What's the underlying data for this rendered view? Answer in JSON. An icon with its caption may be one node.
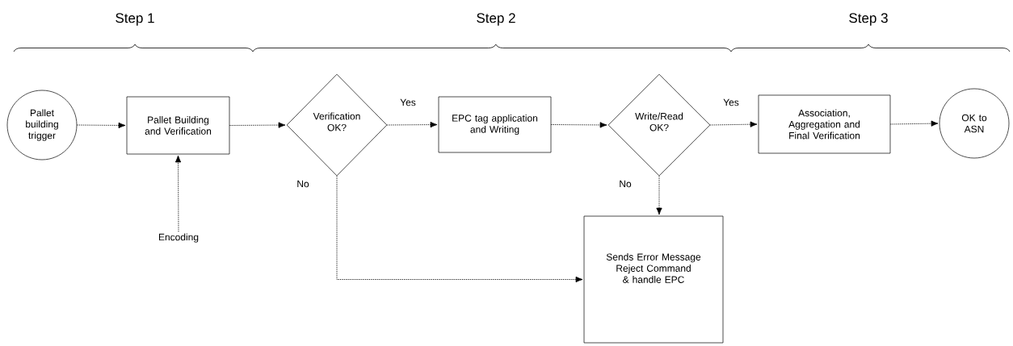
{
  "diagram": {
    "nodes": [
      {
        "text": [
          "Pallet building trigger"
        ]
      },
      {
        "text": [
          "Pallet Building and Verification"
        ]
      },
      {
        "text": [
          "Verification OK?"
        ]
      },
      {
        "text": [
          "EPC tag application and Writing"
        ]
      },
      {
        "text": [
          "Write/Read OK?"
        ]
      },
      {
        "text": [
          "Association, Aggregation and Final Verification"
        ]
      },
      {
        "text": [
          "OK to ASN"
        ]
      },
      {
        "text": [
          "Encoding"
        ]
      },
      {
        "text": [
          "Sends Error Message Reject Command & handle EPC"
        ]
      }
    ],
    "edges": [
      {
        "from": 0,
        "to": 1,
        "arrow": "to"
      },
      {
        "from": 1,
        "to": 2,
        "arrow": "to"
      },
      {
        "from": 2,
        "to": 3,
        "arrow": "to",
        "label": "Yes"
      },
      {
        "from": 3,
        "to": 4,
        "arrow": "to"
      },
      {
        "from": 4,
        "to": 5,
        "arrow": "to",
        "label": "Yes"
      },
      {
        "from": 5,
        "to": 6,
        "arrow": "to"
      },
      {
        "from": 7,
        "to": 1,
        "arrow": "to"
      },
      {
        "from": 4,
        "to": 8,
        "arrow": "to",
        "label": "No"
      },
      {
        "from": 2,
        "to": 8,
        "arrow": "to",
        "label": "No"
      }
    ],
    "labels": [
      "Step 1",
      "Step 2",
      "Step 3"
    ]
  }
}
